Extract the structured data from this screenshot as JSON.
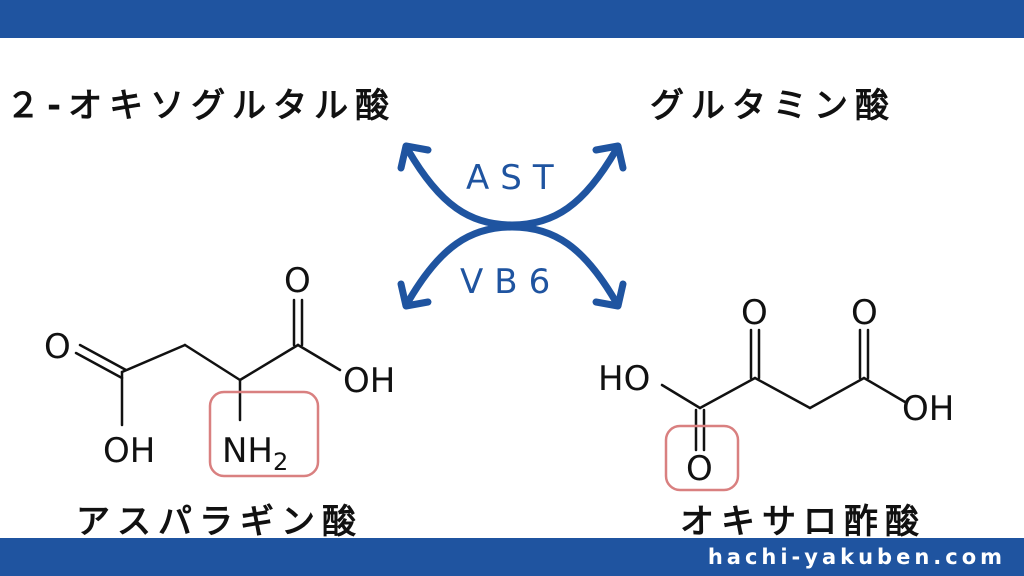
{
  "header_bar_color": "#1f54a0",
  "labels": {
    "top_left": "２-オキソグルタル酸",
    "top_right": "グルタミン酸",
    "bottom_left": "アスパラギン酸",
    "bottom_right": "オキサロ酢酸"
  },
  "enzymes": {
    "upper": "AST",
    "lower": "VB6"
  },
  "aspartate_structure": {
    "atoms": {
      "carbonyl_o_left": "O",
      "hydroxyl_left": "OH",
      "carbonyl_o_right": "O",
      "hydroxyl_right": "OH",
      "amino": "NH",
      "amino_subscript": "2"
    }
  },
  "oxaloacetate_structure": {
    "atoms": {
      "hydroxyl_left": "HO",
      "ketone_o": "O",
      "carbonyl_o_right": "O",
      "hydroxyl_right": "OH",
      "carbonyl_o_left": "O"
    }
  },
  "highlight_color": "#d98080",
  "footer": {
    "site": "hachi-yakuben.com"
  }
}
